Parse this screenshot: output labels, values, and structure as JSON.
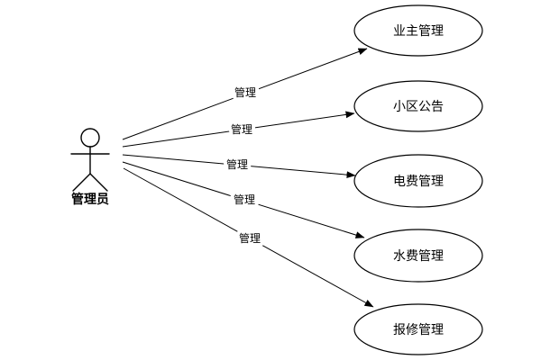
{
  "diagram": {
    "type": "uml-use-case",
    "actor": {
      "label": "管理员"
    },
    "usecases": [
      {
        "label": "业主管理"
      },
      {
        "label": "小区公告"
      },
      {
        "label": "电费管理"
      },
      {
        "label": "水费管理"
      },
      {
        "label": "报修管理"
      }
    ],
    "edges": [
      {
        "from": "管理员",
        "to": "业主管理",
        "label": "管理"
      },
      {
        "from": "管理员",
        "to": "小区公告",
        "label": "管理"
      },
      {
        "from": "管理员",
        "to": "电费管理",
        "label": "管理"
      },
      {
        "from": "管理员",
        "to": "水费管理",
        "label": "管理"
      },
      {
        "from": "管理员",
        "to": "报修管理",
        "label": "管理"
      }
    ],
    "colors": {
      "background": "#ffffff",
      "stroke": "#000000",
      "text": "#000000"
    }
  }
}
